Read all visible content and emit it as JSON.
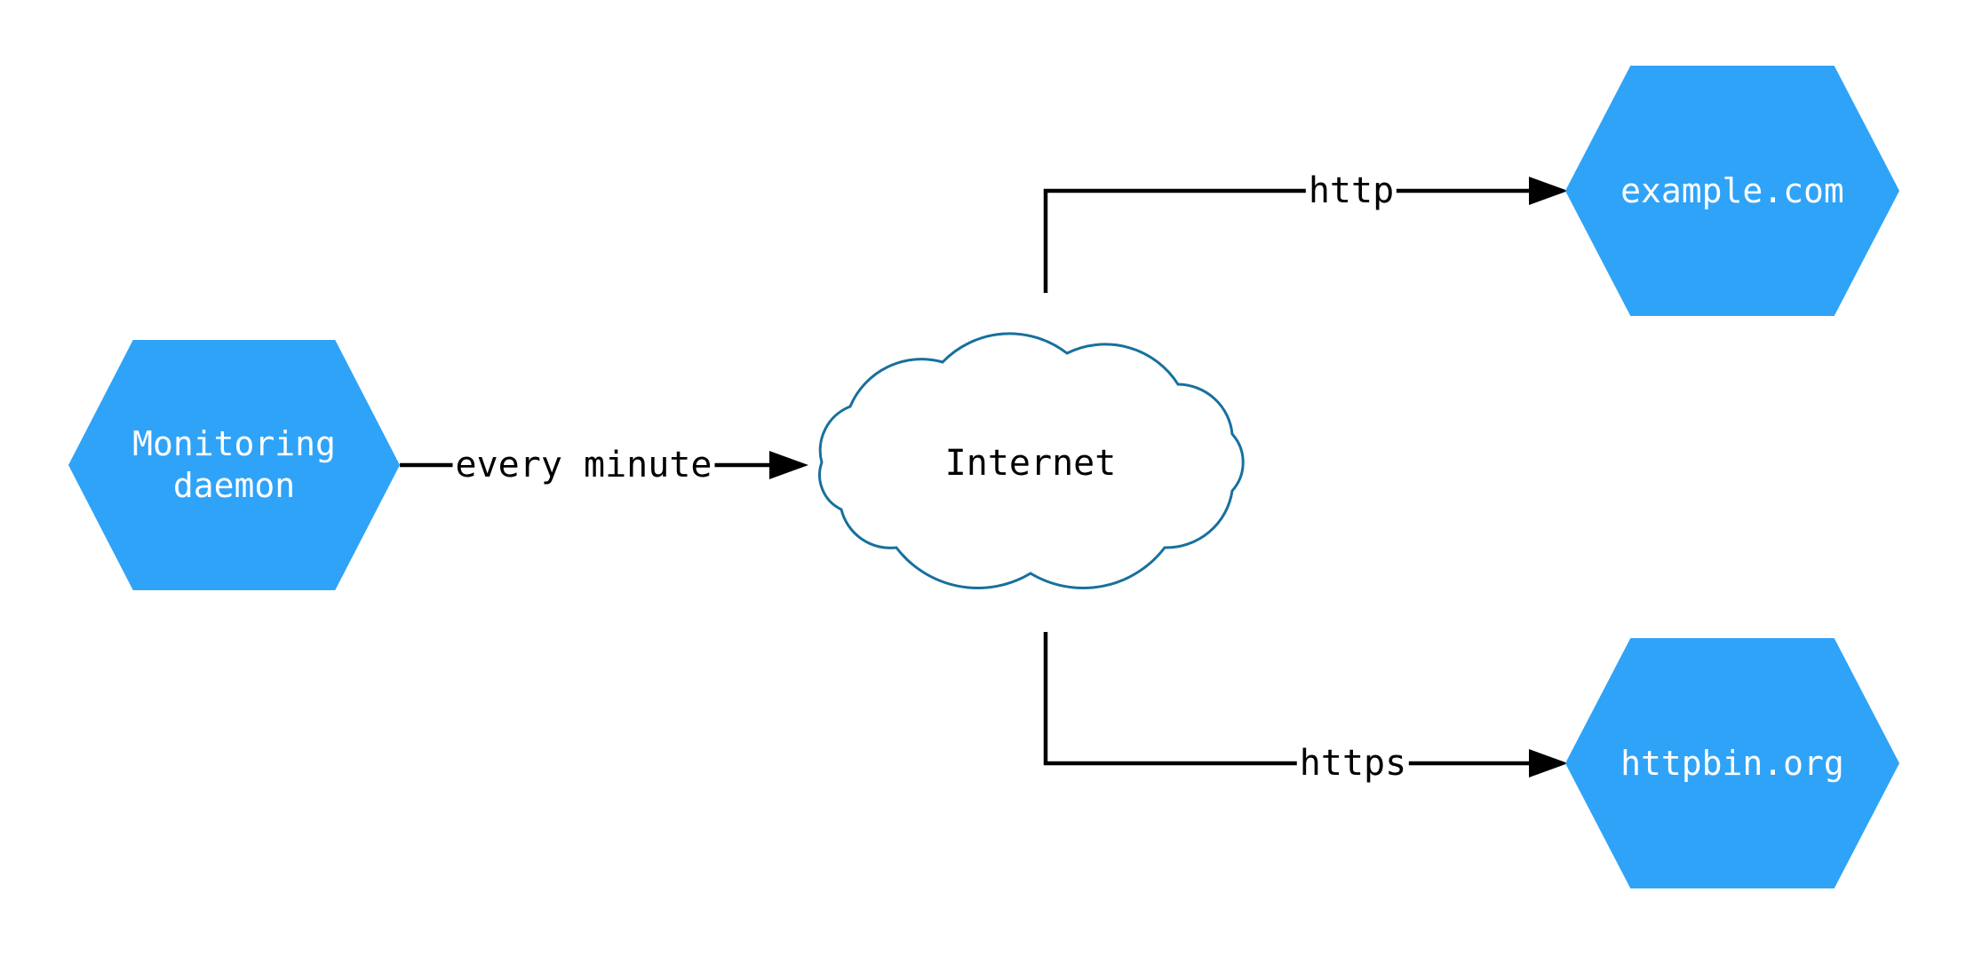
{
  "diagram": {
    "type": "network-monitoring-diagram",
    "nodes": {
      "monitoring_daemon": {
        "shape": "hexagon",
        "label_lines": [
          "Monitoring",
          "daemon"
        ]
      },
      "internet": {
        "shape": "cloud",
        "label": "Internet"
      },
      "example_com": {
        "shape": "hexagon",
        "label": "example.com"
      },
      "httpbin_org": {
        "shape": "hexagon",
        "label": "httpbin.org"
      }
    },
    "edges": [
      {
        "from": "monitoring_daemon",
        "to": "internet",
        "label": "every minute"
      },
      {
        "from": "internet",
        "to": "example_com",
        "label": "http"
      },
      {
        "from": "internet",
        "to": "httpbin_org",
        "label": "https"
      }
    ],
    "colors": {
      "background": "#FFFFFF",
      "hexagon_fill": "#2FA3F8",
      "hexagon_text": "#FFFFFF",
      "cloud_stroke": "#17709E",
      "edge": "#000000",
      "label_text": "#000000"
    }
  }
}
